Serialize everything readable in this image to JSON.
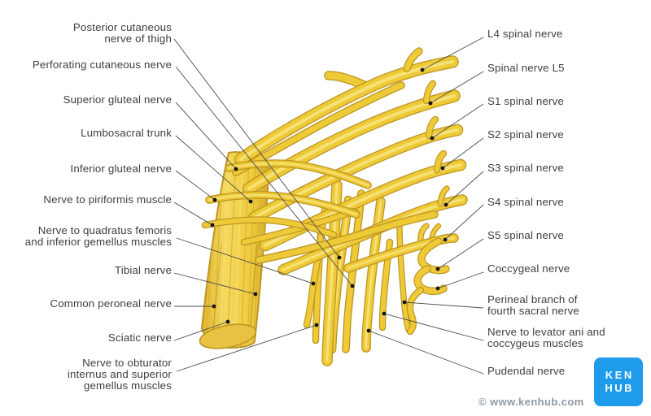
{
  "diagram": {
    "subject": "Sacral plexus nerves - posterior view",
    "background": "#ffffff"
  },
  "labels_left": [
    {
      "id": "posterior-cutaneous-nerve-of-thigh",
      "text": "Posterior cutaneous\nnerve of thigh"
    },
    {
      "id": "perforating-cutaneous-nerve",
      "text": "Perforating cutaneous nerve"
    },
    {
      "id": "superior-gluteal-nerve",
      "text": "Superior gluteal nerve"
    },
    {
      "id": "lumbosacral-trunk",
      "text": "Lumbosacral trunk"
    },
    {
      "id": "inferior-gluteal-nerve",
      "text": "Inferior gluteal nerve"
    },
    {
      "id": "nerve-to-piriformis-muscle",
      "text": "Nerve to piriformis muscle"
    },
    {
      "id": "nerve-to-quadratus-femoris",
      "text": "Nerve to quadratus femoris\nand inferior gemellus muscles"
    },
    {
      "id": "tibial-nerve",
      "text": "Tibial nerve"
    },
    {
      "id": "common-peroneal-nerve",
      "text": "Common peroneal nerve"
    },
    {
      "id": "sciatic-nerve",
      "text": "Sciatic nerve"
    },
    {
      "id": "nerve-to-obturator-internus",
      "text": "Nerve to obturator\ninternus and superior\ngemellus muscles"
    }
  ],
  "labels_right": [
    {
      "id": "l4-spinal-nerve",
      "text": "L4 spinal nerve"
    },
    {
      "id": "spinal-nerve-l5",
      "text": "Spinal nerve L5"
    },
    {
      "id": "s1-spinal-nerve",
      "text": "S1 spinal nerve"
    },
    {
      "id": "s2-spinal-nerve",
      "text": "S2 spinal nerve"
    },
    {
      "id": "s3-spinal-nerve",
      "text": "S3 spinal nerve"
    },
    {
      "id": "s4-spinal-nerve",
      "text": "S4 spinal nerve"
    },
    {
      "id": "s5-spinal-nerve",
      "text": "S5 spinal nerve"
    },
    {
      "id": "coccygeal-nerve",
      "text": "Coccygeal nerve"
    },
    {
      "id": "perineal-branch-fourth-sacral",
      "text": "Perineal branch of\nfourth sacral nerve"
    },
    {
      "id": "nerve-to-levator-ani",
      "text": "Nerve to levator ani and\ncoccygeus muscles"
    },
    {
      "id": "pudendal-nerve",
      "text": "Pudendal nerve"
    }
  ],
  "footer": {
    "copyright": "© www.kenhub.com",
    "logo_line1": "KEN",
    "logo_line2": "HUB"
  },
  "colors": {
    "nerve_fill": "#EECA37",
    "nerve_edge": "#BD9422",
    "nerve_highlight": "#F7E581",
    "label_text": "#3E3E3E",
    "leader_line": "#4A4A4A",
    "logo_blue": "#1E9BEA",
    "copyright_gray": "#8C9AA6"
  }
}
